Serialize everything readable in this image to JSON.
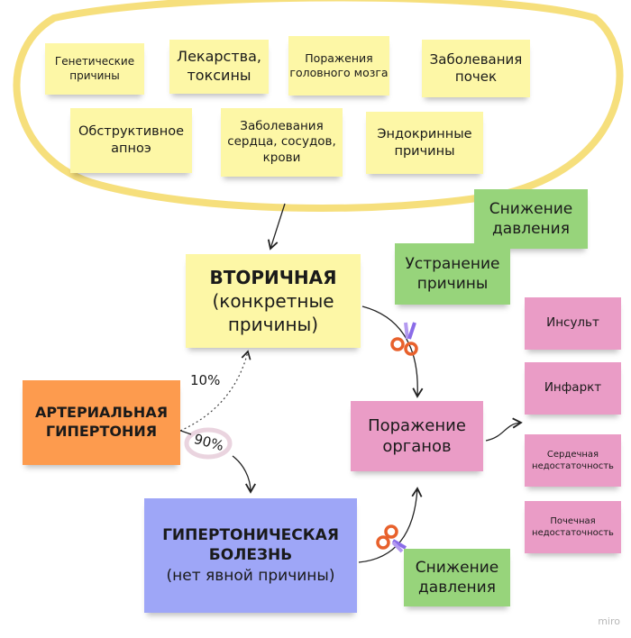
{
  "causes": [
    "Генетические причины",
    "Лекарства, токсины",
    "Поражения головного мозга",
    "Заболевания почек",
    "Обструктивное апноэ",
    "Заболевания сердца, сосудов, крови",
    "Эндокринные причины"
  ],
  "secondary": {
    "title": "ВТОРИЧНАЯ",
    "subtitle": "(конкретные причины)"
  },
  "primary": {
    "title": "ГИПЕРТОНИЧЕСКАЯ БОЛЕЗНЬ",
    "subtitle": "(нет явной причины)"
  },
  "root": "АРТЕРИАЛЬНАЯ ГИПЕРТОНИЯ",
  "pct_secondary": "10%",
  "pct_primary": "90%",
  "organ_damage": "Поражение органов",
  "interventions": {
    "lower_pressure_top": "Снижение давления",
    "remove_cause": "Устранение причины",
    "lower_pressure_bottom": "Снижение давления"
  },
  "outcomes": [
    "Инсульт",
    "Инфаркт",
    "Сердечная недостаточность",
    "Почечная недостаточность"
  ],
  "watermark": "miro",
  "colors": {
    "yellow": "#fdf7a6",
    "green": "#97d47b",
    "pink": "#ea9cc6",
    "orange": "#fd9b4e",
    "blue": "#9ea6f7",
    "ring": "#f5dc6e"
  }
}
